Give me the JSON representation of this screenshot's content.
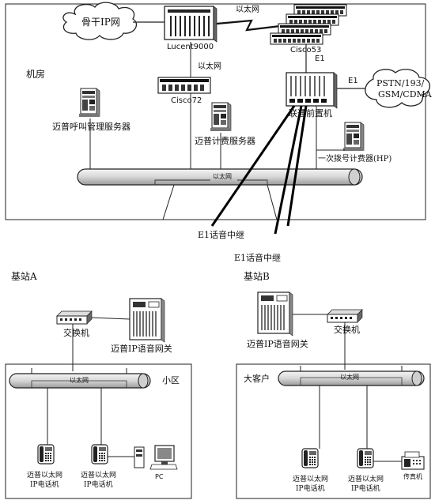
{
  "labels": {
    "backbone_ip": "骨干IP网",
    "lucent": "Lucent9000",
    "ethernet_top": "以太网",
    "cisco53": "Cisco53",
    "e1_vertical": "E1",
    "machine_room": "机房",
    "ethernet_mid": "以太网",
    "cisco72": "Cisco72",
    "e1_horizontal": "E1",
    "pstn_line1": "PSTN/193/",
    "pstn_line2": "GSM/CDMA",
    "call_mgmt_server": "迈普呼叫管理服务器",
    "unicom_front": "联通前置机",
    "billing_server": "迈普计费服务器",
    "one_stage_billing": "一次拨号计费器(HP)",
    "bus_top": "以太网",
    "e1_trunk_1": "E1话音中继",
    "e1_trunk_2": "E1话音中继",
    "station_a": "基站A",
    "station_b": "基站B",
    "switch_a": "交换机",
    "gateway_a": "迈普IP语音网关",
    "bus_a": "以太网",
    "community": "小区",
    "phone_a1_line1": "迈普以太网",
    "phone_a1_line2": "IP电话机",
    "phone_a2_line1": "迈普以太网",
    "phone_a2_line2": "IP电话机",
    "pc": "PC",
    "gateway_b": "迈普IP语音网关",
    "switch_b": "交换机",
    "big_customer": "大客户",
    "bus_b": "以太网",
    "phone_b1_line1": "迈普以太网",
    "phone_b1_line2": "IP电话机",
    "phone_b2_line1": "迈普以太网",
    "phone_b2_line2": "IP电话机",
    "fax": "传真机"
  },
  "icons": {
    "cloud": "cloud-icon",
    "router": "router-icon",
    "server": "server-tower-icon",
    "switch": "switch-icon",
    "gateway": "gateway-icon",
    "phone": "ip-phone-icon",
    "pc": "pc-icon",
    "fax": "fax-icon"
  }
}
